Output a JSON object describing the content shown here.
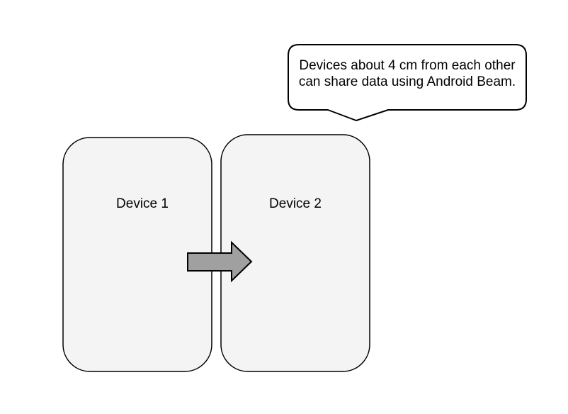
{
  "callout": {
    "line1": "Devices about 4 cm from each other",
    "line2": "can share data using Android Beam."
  },
  "devices": [
    {
      "label": "Device 1"
    },
    {
      "label": "Device 2"
    }
  ],
  "arrow": {
    "direction": "right"
  },
  "colors": {
    "background": "#ffffff",
    "bubble_fill": "#ffffff",
    "outline": "#000000",
    "device_fill": "#f4f4f4",
    "device_outline": "#000000",
    "arrow_fill": "#a0a0a0"
  }
}
